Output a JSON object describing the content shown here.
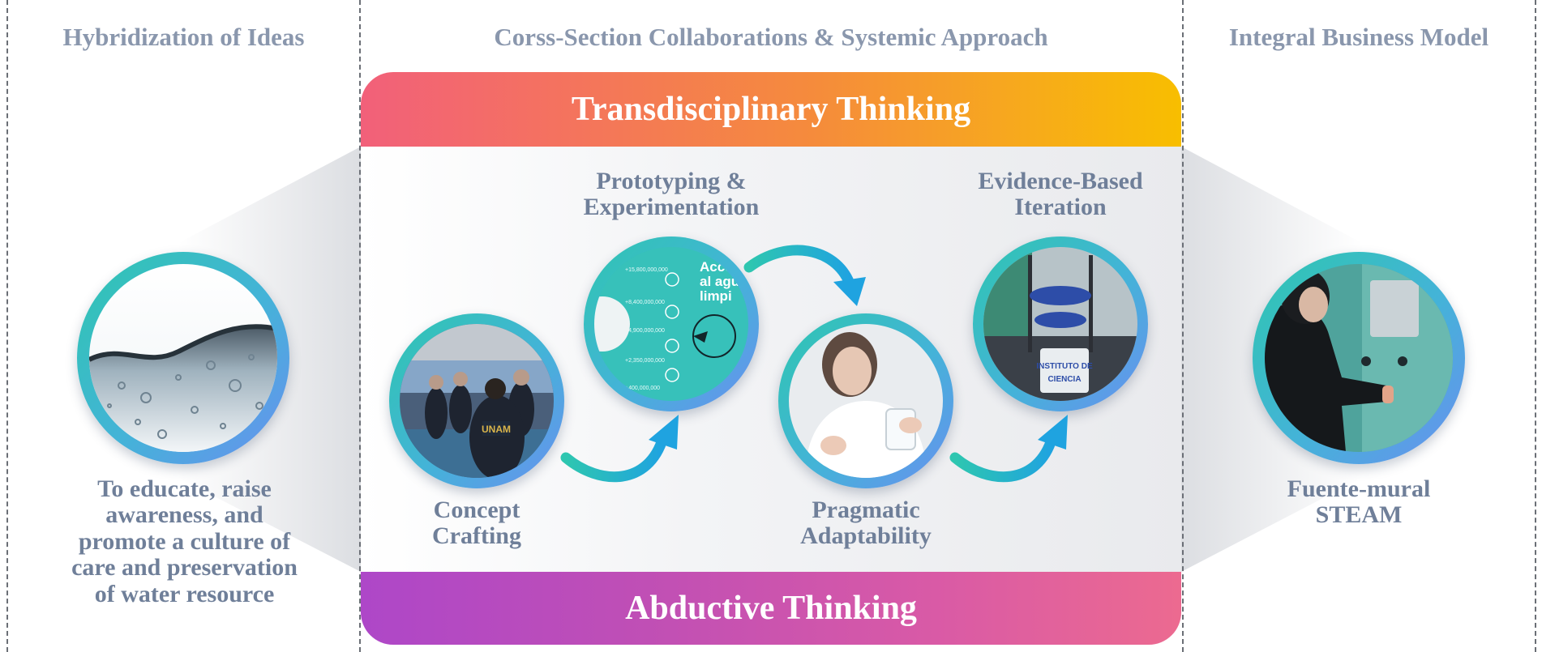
{
  "columns": {
    "left_title": "Hybridization of Ideas",
    "center_title": "Corss-Section Collaborations & Systemic Approach",
    "right_title": "Integral Business Model"
  },
  "bands": {
    "top": "Transdisciplinary Thinking",
    "bottom": "Abductive Thinking"
  },
  "left": {
    "caption_lines": [
      "To educate, raise",
      "awareness, and",
      "promote a culture of",
      "care and preservation",
      "of water resource"
    ]
  },
  "right": {
    "caption_lines": [
      "Fuente-mural",
      "STEAM"
    ]
  },
  "stages": [
    {
      "lines": [
        "Concept",
        "Crafting"
      ]
    },
    {
      "lines": [
        "Prototyping &",
        "Experimentation"
      ]
    },
    {
      "lines": [
        "Pragmatic",
        "Adaptability"
      ]
    },
    {
      "lines": [
        "Evidence-Based",
        "Iteration"
      ]
    }
  ],
  "photo_text": {
    "unam_logo": "UNAM",
    "poster_title_lines": [
      "Acce",
      "al agu",
      "limpi"
    ],
    "poster_stats": [
      "+15,800,000,000",
      "+8,400,000,000",
      "+4,900,000,000",
      "+2,350,000,000",
      "+400,000,000"
    ],
    "device_label_lines": [
      "INSTITUTO DE",
      "CIENCIA"
    ]
  },
  "colors": {
    "ring_start": "#2ec6b0",
    "ring_end": "#6a8ff0",
    "arrow": "#29a8d8",
    "title_text": "#8a97ad",
    "label_text": "#6f7f99"
  }
}
